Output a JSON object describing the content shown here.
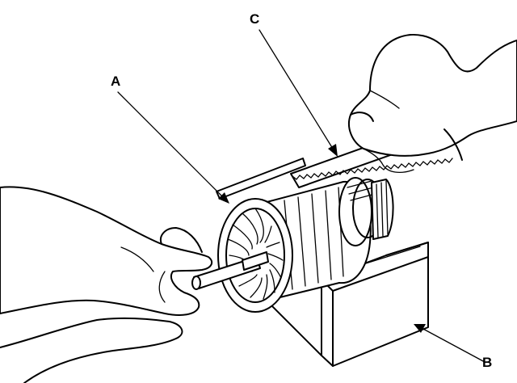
{
  "callouts": {
    "a": "A",
    "b": "B",
    "c": "C"
  },
  "colors": {
    "ink": "#000000",
    "paper": "#ffffff"
  }
}
